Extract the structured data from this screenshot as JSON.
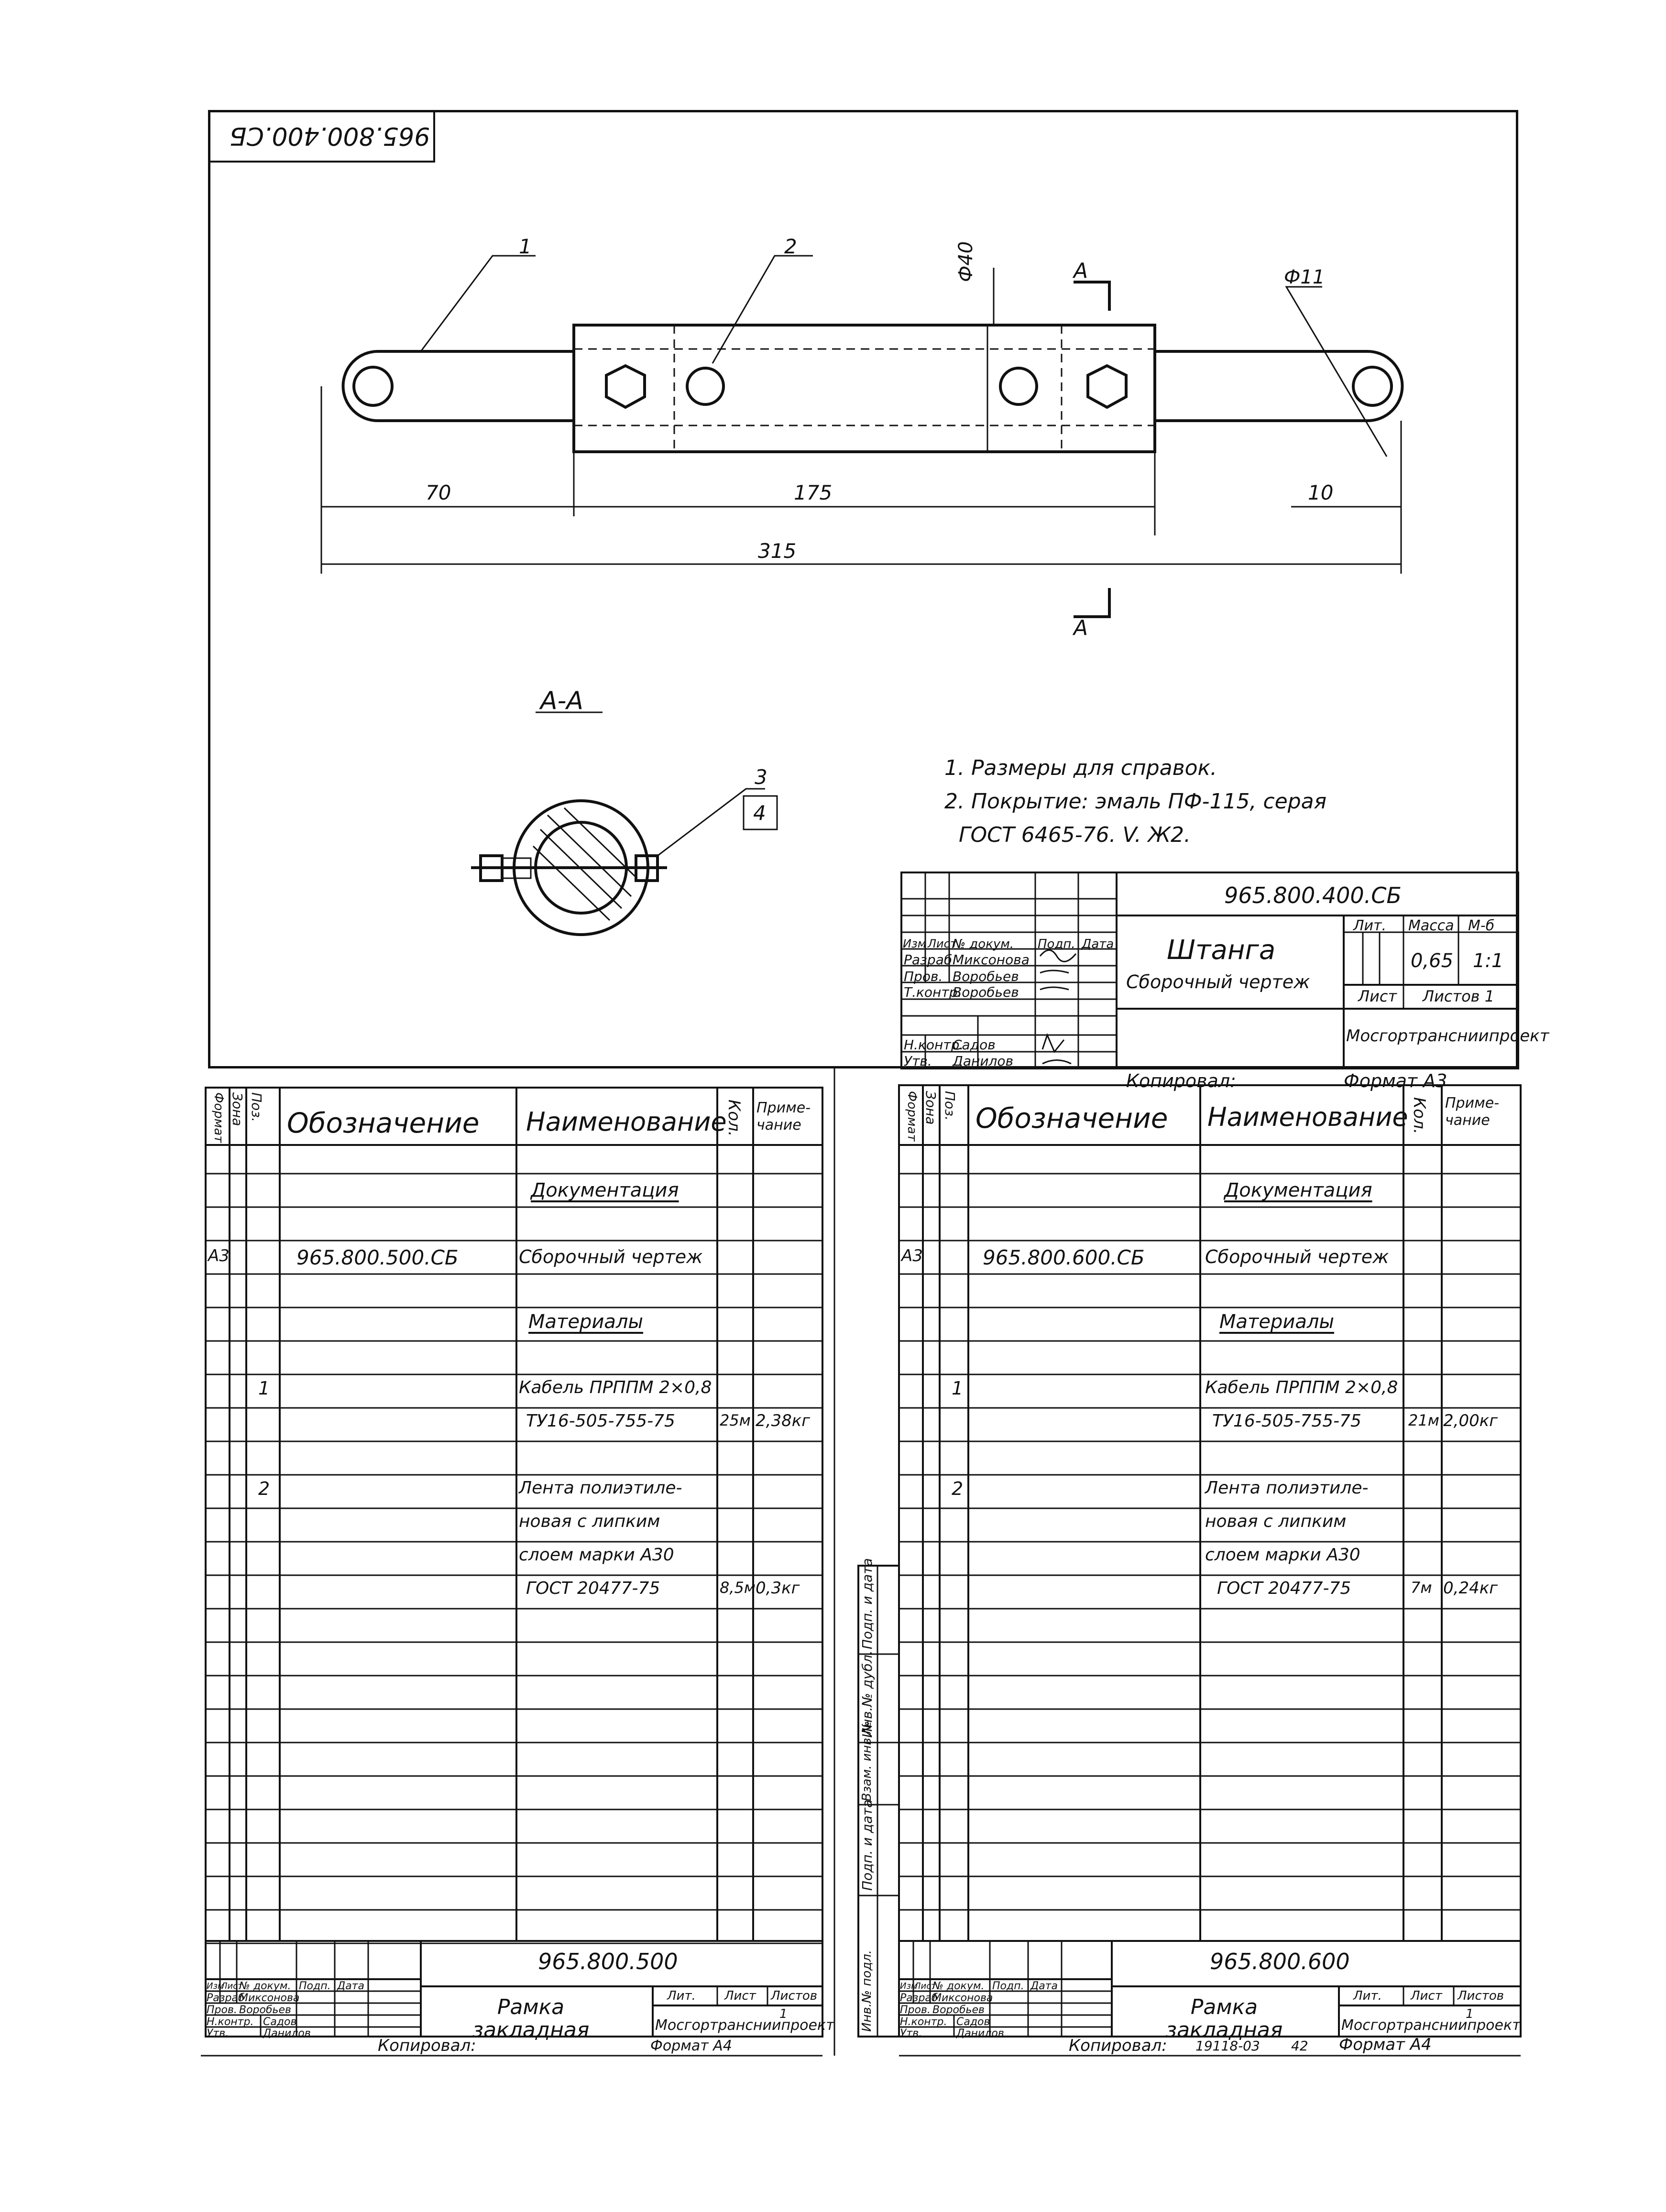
{
  "top_sheet": {
    "mirrored_code": "965.800.400.СБ",
    "labels": {
      "pos1": "1",
      "pos2": "2",
      "pos3": "3",
      "pos4": "4",
      "phi40": "Ф40",
      "phi11": "Ф11",
      "sect_a_top": "А",
      "sect_a_bottom": "А",
      "section_title": "А-А"
    },
    "dims": {
      "d70": "70",
      "d175": "175",
      "d10": "10",
      "d315": "315"
    },
    "notes": [
      "1. Размеры для справок.",
      "2. Покрытие: эмаль ПФ-115, серая",
      "ГОСТ 6465-76. V. Ж2."
    ],
    "stamp": {
      "code": "965.800.400.СБ",
      "title": "Штанга",
      "subtitle": "Сборочный чертеж",
      "lit_label": "Лит.",
      "mass_label": "Масса",
      "scale_label": "М-б",
      "mass": "0,65",
      "scale": "1:1",
      "sheet_label": "Лист",
      "sheets_label": "Листов 1",
      "org": "Мосгортрансниипроект",
      "hdr": {
        "izm": "Изм",
        "list": "Лист",
        "doc": "№ докум.",
        "sign": "Подп.",
        "date": "Дата"
      },
      "rows": [
        {
          "role": "Разраб.",
          "name": "Миксонова"
        },
        {
          "role": "Пров.",
          "name": "Воробьев"
        },
        {
          "role": "Т.контр.",
          "name": "Воробьев"
        },
        {
          "role": "Н.контр.",
          "name": "Садов"
        },
        {
          "role": "Утв.",
          "name": "Данилов"
        }
      ]
    },
    "copied": "Копировал:",
    "format": "Формат А3"
  },
  "spec_left": {
    "headers": {
      "format": "Формат",
      "zone": "Зона",
      "pos": "Поз.",
      "designation": "Обозначение",
      "name": "Наименование",
      "qty": "Кол.",
      "note": "Приме- чание"
    },
    "rows": [
      {
        "f": "",
        "pos": "",
        "des": "",
        "name": "Документация",
        "qty": "",
        "note": "",
        "u": true
      },
      {
        "f": "А3",
        "pos": "",
        "des": "965.800.500.СБ",
        "name": "Сборочный чертеж",
        "qty": "",
        "note": ""
      },
      {
        "f": "",
        "pos": "",
        "des": "",
        "name": "Материалы",
        "qty": "",
        "note": "",
        "u": true
      },
      {
        "f": "",
        "pos": "1",
        "des": "",
        "name": "Кабель ПРППМ 2×0,8",
        "qty": "",
        "note": ""
      },
      {
        "f": "",
        "pos": "",
        "des": "",
        "name": "ТУ16-505-755-75",
        "qty": "25м",
        "note": "2,38кг"
      },
      {
        "f": "",
        "pos": "2",
        "des": "",
        "name": "Лента полиэтиле-",
        "qty": "",
        "note": ""
      },
      {
        "f": "",
        "pos": "",
        "des": "",
        "name": "новая с липким",
        "qty": "",
        "note": ""
      },
      {
        "f": "",
        "pos": "",
        "des": "",
        "name": "слоем марки А30",
        "qty": "",
        "note": ""
      },
      {
        "f": "",
        "pos": "",
        "des": "",
        "name": "ГОСТ 20477-75",
        "qty": "8,5м",
        "note": "0,3кг"
      }
    ],
    "stamp": {
      "code": "965.800.500",
      "title": "Рамка закладная",
      "lit_label": "Лит.",
      "sheet_label": "Лист",
      "sheets_label": "Листов",
      "sheets": "1",
      "org": "Мосгортрансниипроект",
      "hdr": {
        "izm": "Изм",
        "list": "Лист",
        "doc": "№ докум.",
        "sign": "Подп.",
        "date": "Дата"
      },
      "rows": [
        {
          "role": "Разраб.",
          "name": "Миксонова"
        },
        {
          "role": "Пров.",
          "name": "Воробьев"
        },
        {
          "role": "Н.контр.",
          "name": "Садов"
        },
        {
          "role": "Утв.",
          "name": "Данилов"
        }
      ]
    },
    "copied": "Копировал:",
    "format": "Формат А4"
  },
  "spec_right": {
    "headers": {
      "format": "Формат",
      "zone": "Зона",
      "pos": "Поз.",
      "designation": "Обозначение",
      "name": "Наименование",
      "qty": "Кол.",
      "note": "Приме- чание"
    },
    "rows": [
      {
        "f": "",
        "pos": "",
        "des": "",
        "name": "Документация",
        "qty": "",
        "note": "",
        "u": true
      },
      {
        "f": "А3",
        "pos": "",
        "des": "965.800.600.СБ",
        "name": "Сборочный чертеж",
        "qty": "",
        "note": ""
      },
      {
        "f": "",
        "pos": "",
        "des": "",
        "name": "Материалы",
        "qty": "",
        "note": "",
        "u": true
      },
      {
        "f": "",
        "pos": "1",
        "des": "",
        "name": "Кабель ПРППМ 2×0,8",
        "qty": "",
        "note": ""
      },
      {
        "f": "",
        "pos": "",
        "des": "",
        "name": "ТУ16-505-755-75",
        "qty": "21м",
        "note": "2,00кг"
      },
      {
        "f": "",
        "pos": "2",
        "des": "",
        "name": "Лента полиэтиле-",
        "qty": "",
        "note": ""
      },
      {
        "f": "",
        "pos": "",
        "des": "",
        "name": "новая с липким",
        "qty": "",
        "note": ""
      },
      {
        "f": "",
        "pos": "",
        "des": "",
        "name": "слоем марки А30",
        "qty": "",
        "note": ""
      },
      {
        "f": "",
        "pos": "",
        "des": "",
        "name": "ГОСТ 20477-75",
        "qty": "7м",
        "note": "0,24кг"
      }
    ],
    "side_labels": [
      "Подп. и дата",
      "Инв.№ дубл.",
      "Взам. инв.№",
      "Подп. и дата",
      "Инв.№ подл."
    ],
    "stamp": {
      "code": "965.800.600",
      "title": "Рамка закладная",
      "lit_label": "Лит.",
      "sheet_label": "Лист",
      "sheets_label": "Листов",
      "sheets": "1",
      "org": "Мосгортрансниипроект",
      "hdr": {
        "izm": "Изм",
        "list": "Лист",
        "doc": "№ докум.",
        "sign": "Подп.",
        "date": "Дата"
      },
      "rows": [
        {
          "role": "Разраб.",
          "name": "Миксонова"
        },
        {
          "role": "Пров.",
          "name": "Воробьев"
        },
        {
          "role": "Н.контр.",
          "name": "Садов"
        },
        {
          "role": "Утв.",
          "name": "Данилов"
        }
      ]
    },
    "copied": "Копировал:",
    "copy_num": "19118-03",
    "copy_sheet": "42",
    "format": "Формат А4"
  }
}
